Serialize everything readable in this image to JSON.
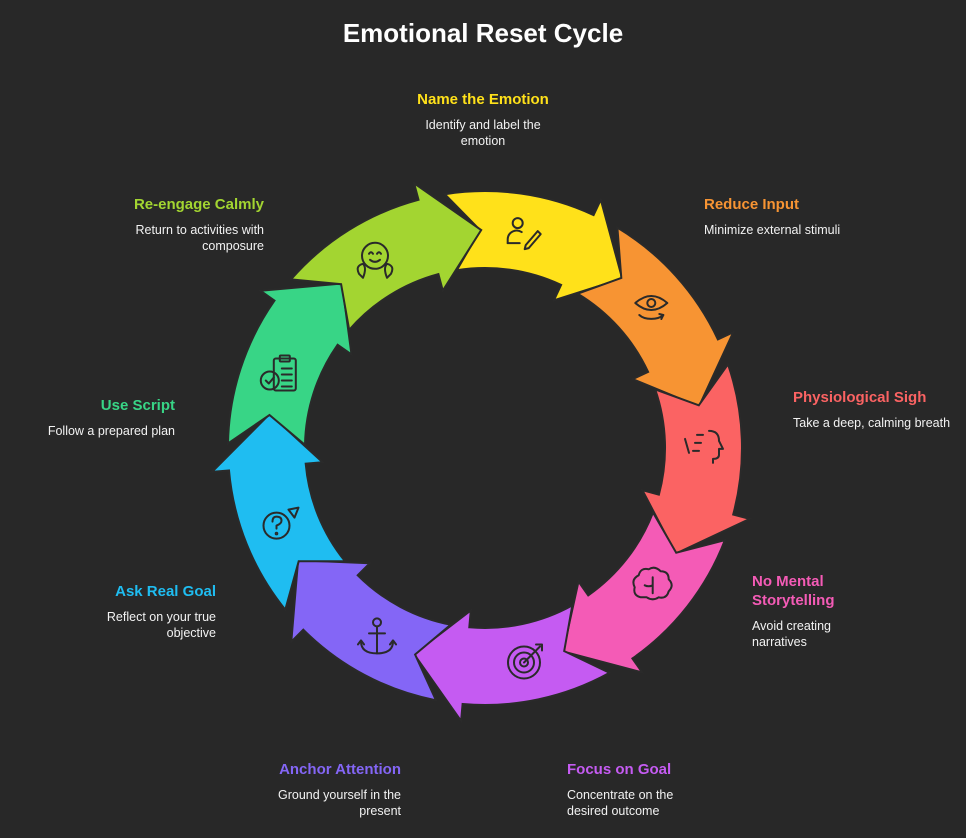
{
  "title": "Emotional Reset Cycle",
  "steps": [
    {
      "title": "Name the Emotion",
      "desc": "Identify and label the emotion",
      "color": "#FFE11A",
      "icon": "person-writing-icon"
    },
    {
      "title": "Reduce Input",
      "desc": "Minimize external stimuli",
      "color": "#F79433",
      "icon": "eye-cycle-icon"
    },
    {
      "title": "Physiological Sigh",
      "desc": "Take a deep, calming breath",
      "color": "#FB6363",
      "icon": "breath-face-icon"
    },
    {
      "title": "No Mental Storytelling",
      "desc": "Avoid creating narratives",
      "color": "#F45BB6",
      "icon": "brain-icon"
    },
    {
      "title": "Focus on Goal",
      "desc": "Concentrate on the desired outcome",
      "color": "#C55BF2",
      "icon": "target-icon"
    },
    {
      "title": "Anchor Attention",
      "desc": "Ground yourself in the present",
      "color": "#8466F6",
      "icon": "anchor-icon"
    },
    {
      "title": "Ask Real Goal",
      "desc": "Reflect on your true objective",
      "color": "#1FBDF1",
      "icon": "question-goal-icon"
    },
    {
      "title": "Use Script",
      "desc": "Follow a prepared plan",
      "color": "#38D586",
      "icon": "clipboard-check-icon"
    },
    {
      "title": "Re-engage Calmly",
      "desc": "Return to activities with composure",
      "color": "#A3D531",
      "icon": "calm-face-icon"
    }
  ]
}
